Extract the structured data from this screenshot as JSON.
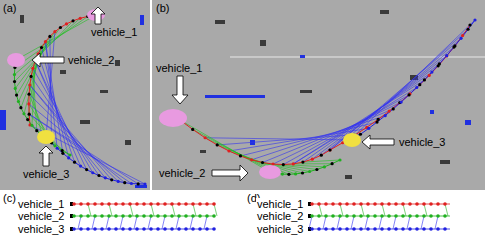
{
  "diagram": {
    "labels": [
      "(a)",
      "vehicle_1",
      "vehicle_2",
      "vehicle_3",
      "(b)",
      "vehicle_1",
      "vehicle_2",
      "vehicle_3",
      "(c)",
      "vehicle_1",
      "vehicle_2",
      "vehicle_3",
      "(d)",
      "vehicle_1",
      "vehicle_2",
      "vehicle_3"
    ]
  }
}
